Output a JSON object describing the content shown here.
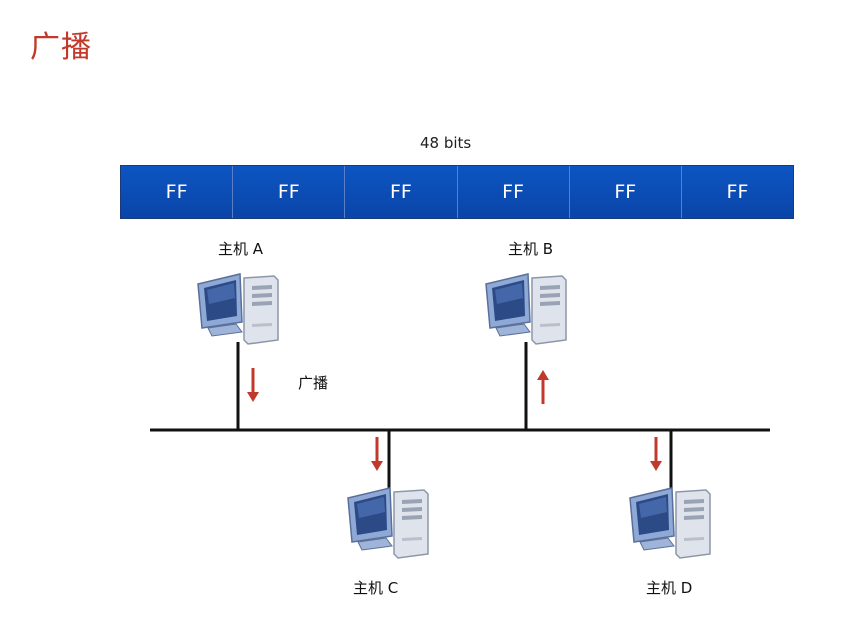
{
  "title": "广播",
  "frame": {
    "length_label": "48 bits",
    "octets": [
      "FF",
      "FF",
      "FF",
      "FF",
      "FF",
      "FF"
    ]
  },
  "hosts": {
    "a": "主机  A",
    "b": "主机  B",
    "c": "主机  C",
    "d": "主机  D"
  },
  "broadcast_note": "广播",
  "colors": {
    "title": "#c0392b",
    "frame_fill": "#0a4db5",
    "arrow": "#c0392b",
    "line": "#111111"
  },
  "icons": {
    "host": "computer-icon",
    "down": "arrow-down-icon",
    "up": "arrow-up-icon"
  }
}
